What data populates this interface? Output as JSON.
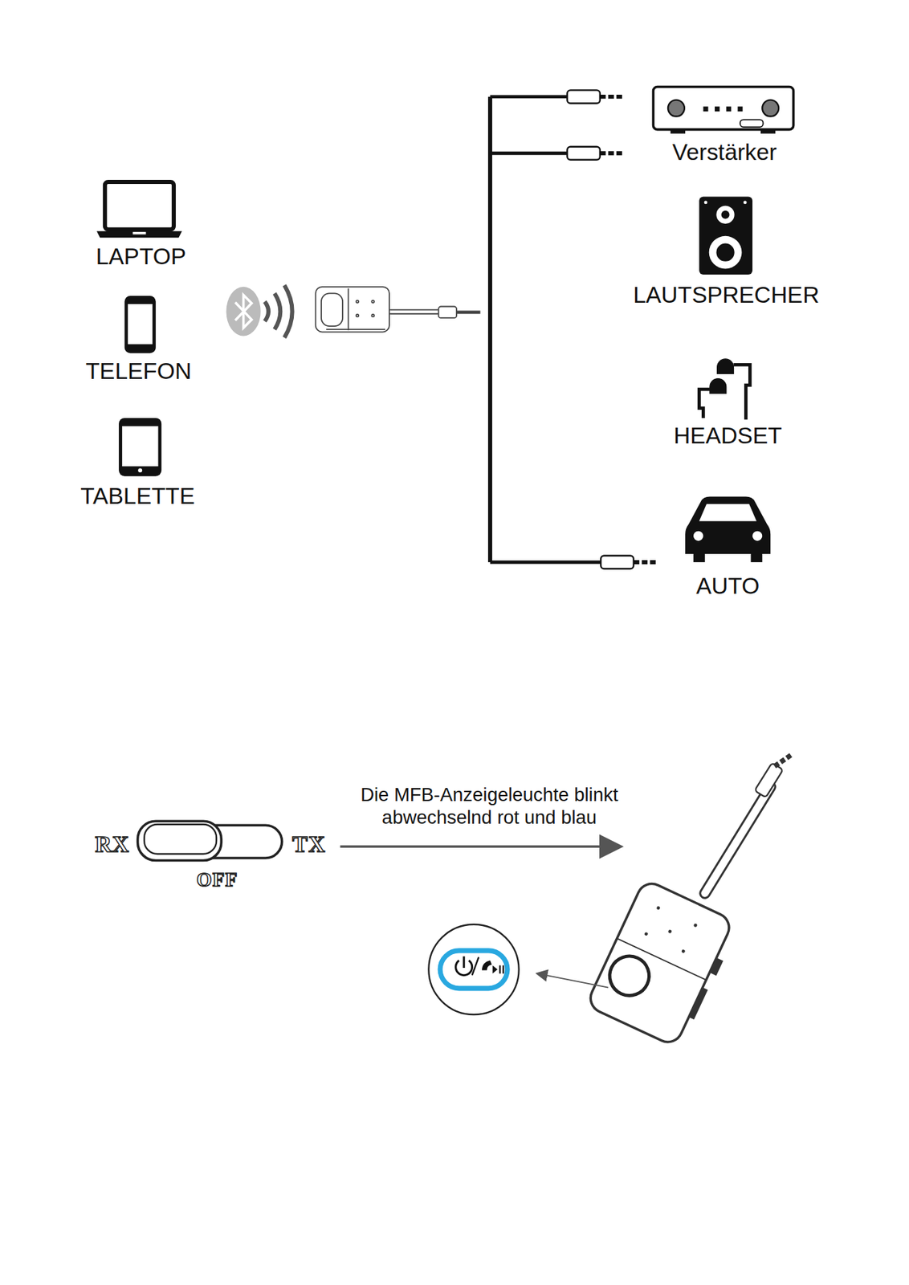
{
  "diagram": {
    "labels": [
      "LAPTOP",
      "TELEFON",
      "TABLETTE",
      "Verstärker",
      "LAUTSPRECHER",
      "HEADSET",
      "AUTO",
      "Die MFB-Anzeigeleuchte blinkt abwechselnd rot und blau",
      "RX",
      "TX",
      "OFF"
    ]
  }
}
